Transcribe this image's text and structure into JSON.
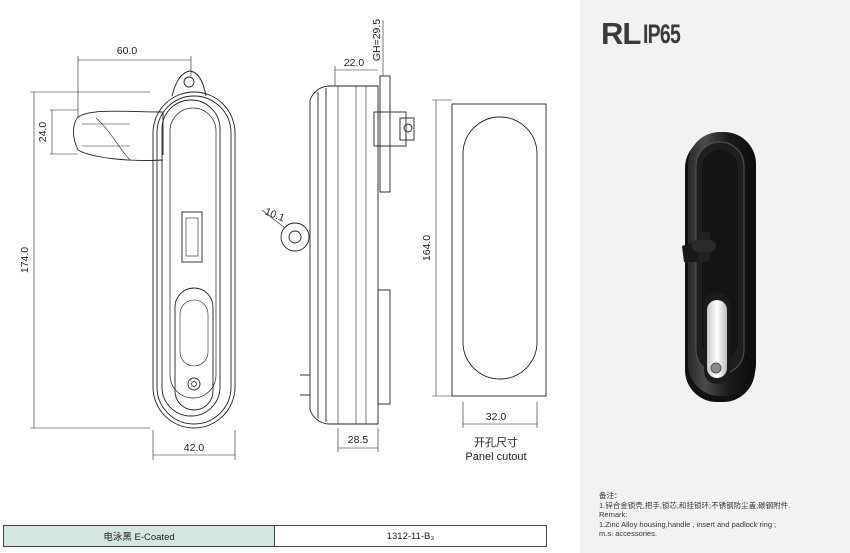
{
  "badges": {
    "brand": "RL",
    "rating": "IP65"
  },
  "drawing": {
    "front_view": {
      "handle_width": "60.0",
      "handle_height": "24.0",
      "overall_height": "174.0",
      "body_width": "42.0"
    },
    "side_view": {
      "depth_top": "22.0",
      "thread": "GH=29.5",
      "radius": "10.1",
      "depth_bottom": "28.5"
    },
    "panel_cutout": {
      "height": "164.0",
      "width": "32.0",
      "label_cn": "开孔尺寸",
      "label_en": "Panel cutout"
    }
  },
  "remarks": {
    "heading_cn": "备注：",
    "line_cn": "1.锌合金锁壳,把手,锁芯,和挂锁环;不锈钢防尘盖;碳钢附件.",
    "heading_en": "Remark:",
    "line_en1": "1.Zinc Alloy housing,handle , insert and padlock ring ;",
    "line_en2": "m.s. accessories."
  },
  "table": {
    "finish": "电泳黑 E-Coated",
    "part_number": "1312-11-B₃"
  },
  "colors": {
    "finish_cell": "#d3e6e1",
    "right_panel": "#f2f2f2",
    "badge_text": "#3a3a3a"
  }
}
